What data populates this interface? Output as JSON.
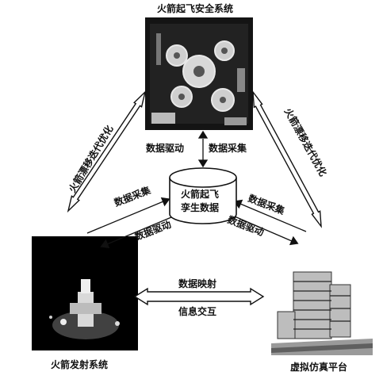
{
  "nodes": {
    "top": {
      "label": "火箭起飞安全系统",
      "image": "control-board-photo"
    },
    "left": {
      "label": "火箭发射系统",
      "image": "rocket-launch-night-photo"
    },
    "right": {
      "label": "虚拟仿真平台",
      "image": "building-model-photo"
    },
    "center": {
      "line1": "火箭起飞",
      "line2": "孪生数据",
      "shape": "database-cylinder"
    }
  },
  "edges": {
    "top_center_down": "数据驱动",
    "top_center_up": "数据采集",
    "left_center_upper": "数据采集",
    "left_center_lower": "数据驱动",
    "right_center_upper": "数据采集",
    "right_center_lower": "数据驱动",
    "left_right_upper": "数据映射",
    "left_right_lower": "信息交互",
    "top_left_side": "火箭漂移迭代优化",
    "top_right_side": "火箭漂移迭代优化"
  },
  "colors": {
    "ink": "#111111",
    "arrow_fill": "#ffffff",
    "photo_dark": "#0a0a0a"
  }
}
